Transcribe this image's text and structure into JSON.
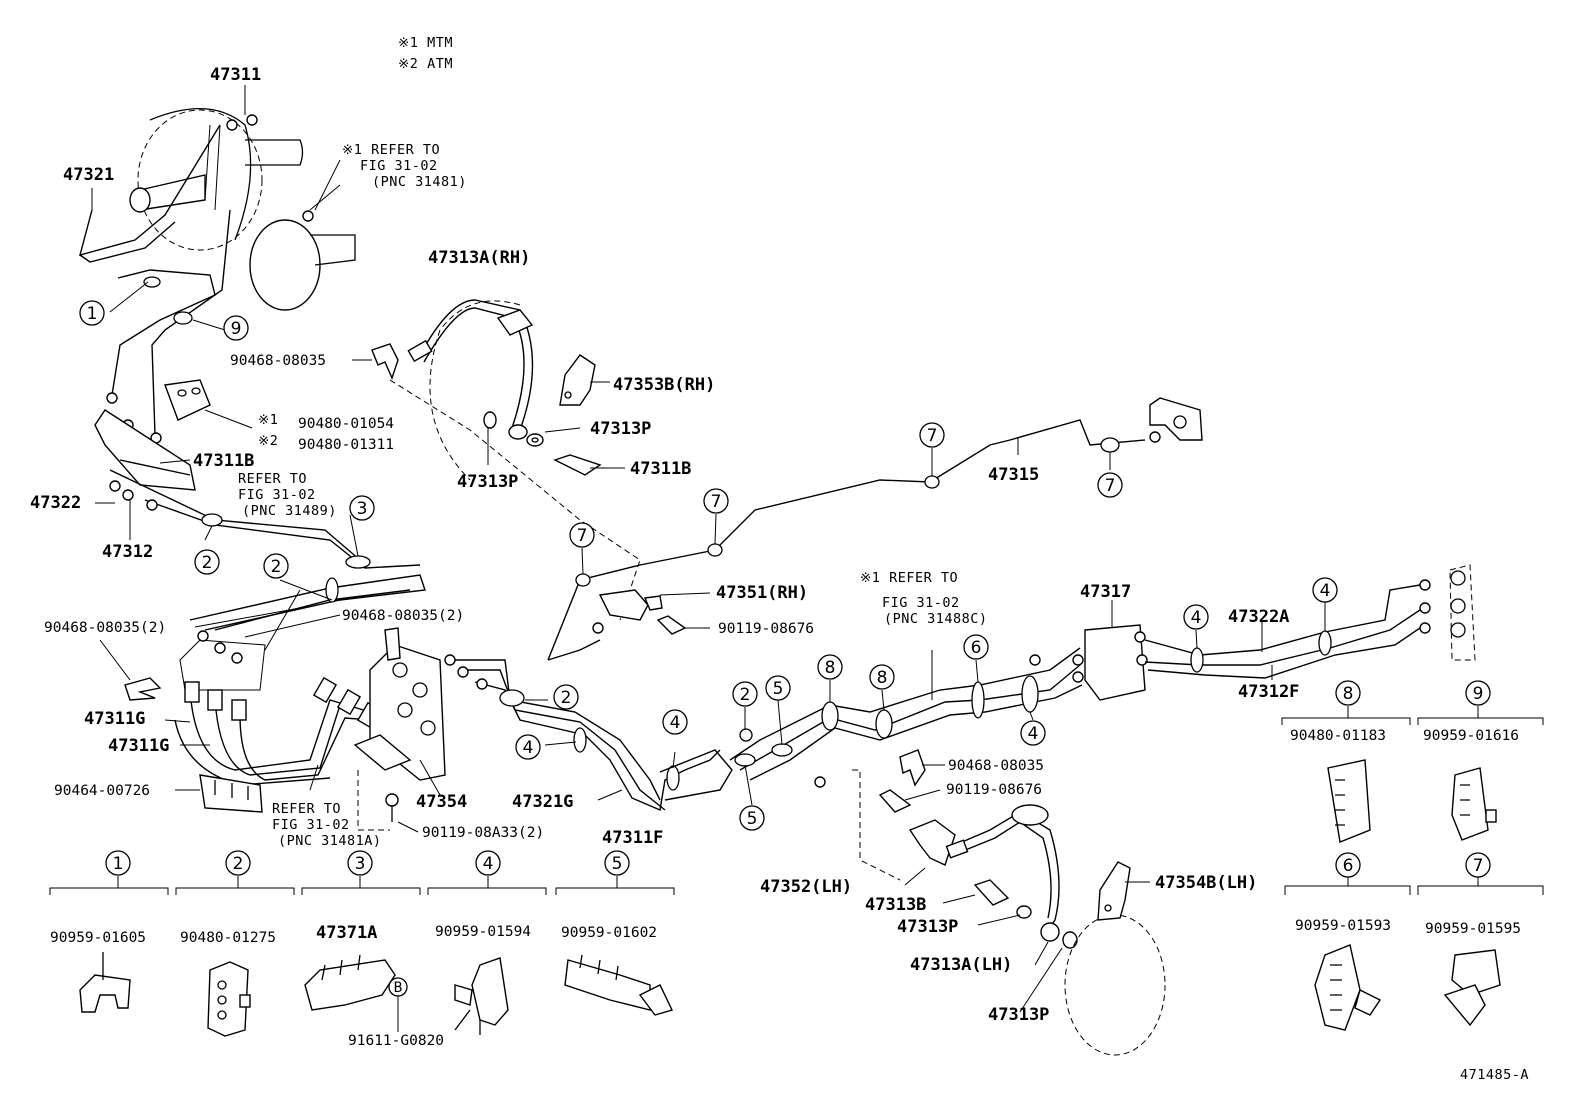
{
  "notes": {
    "mtm": "※1 MTM",
    "atm": "※2 ATM",
    "refer_31481": [
      "※1 REFER TO",
      "FIG 31-02",
      "(PNC 31481)"
    ],
    "refer_31489": [
      "REFER TO",
      "FIG 31-02",
      "(PNC 31489)"
    ],
    "refer_31488c": [
      "※1  REFER TO",
      "FIG 31-02",
      "(PNC 31488C)"
    ],
    "refer_31481a": [
      "REFER TO",
      "FIG 31-02",
      "(PNC 31481A)"
    ],
    "x1": "※1",
    "x2": "※2"
  },
  "labels": {
    "p47311": "47311",
    "p47321": "47321",
    "p47313A_RH": "47313A(RH)",
    "p90468_08035_a": "90468-08035",
    "p47353B_RH": "47353B(RH)",
    "p90480_01054": "90480-01054",
    "p90480_01311": "90480-01311",
    "p47313P_a": "47313P",
    "p47313P_b": "47313P",
    "p47311B_a": "47311B",
    "p47311B_b": "47311B",
    "p47315": "47315",
    "p47322": "47322",
    "p47312": "47312",
    "p47351_RH": "47351(RH)",
    "p90119_08676_a": "90119-08676",
    "p47317": "47317",
    "p47322A": "47322A",
    "p47312F": "47312F",
    "p90468_08035_2a": "90468-08035(2)",
    "p90468_08035_2b": "90468-08035(2)",
    "p47311G_a": "47311G",
    "p47311G_b": "47311G",
    "p90464_00726": "90464-00726",
    "p47354": "47354",
    "p90119_08A33": "90119-08A33(2)",
    "p47321G": "47321G",
    "p47311F": "47311F",
    "p90468_08035_b": "90468-08035",
    "p90119_08676_b": "90119-08676",
    "p47352_LH": "47352(LH)",
    "p47313B": "47313B",
    "p47313P_c": "47313P",
    "p47313A_LH": "47313A(LH)",
    "p47313P_d": "47313P",
    "p47354B_LH": "47354B(LH)",
    "p90480_01183": "90480-01183",
    "p90959_01616": "90959-01616",
    "p90959_01593": "90959-01593",
    "p90959_01595": "90959-01595",
    "p90959_01605": "90959-01605",
    "p90480_01275": "90480-01275",
    "p47371A": "47371A",
    "p90959_01594": "90959-01594",
    "p90959_01602": "90959-01602",
    "p91611_G0820": "91611-G0820",
    "b_circle": "B",
    "figure_code": "471485-A"
  },
  "callouts": {
    "c1": "1",
    "c2": "2",
    "c3": "3",
    "c4": "4",
    "c5": "5",
    "c6": "6",
    "c7": "7",
    "c8": "8",
    "c9": "9"
  }
}
